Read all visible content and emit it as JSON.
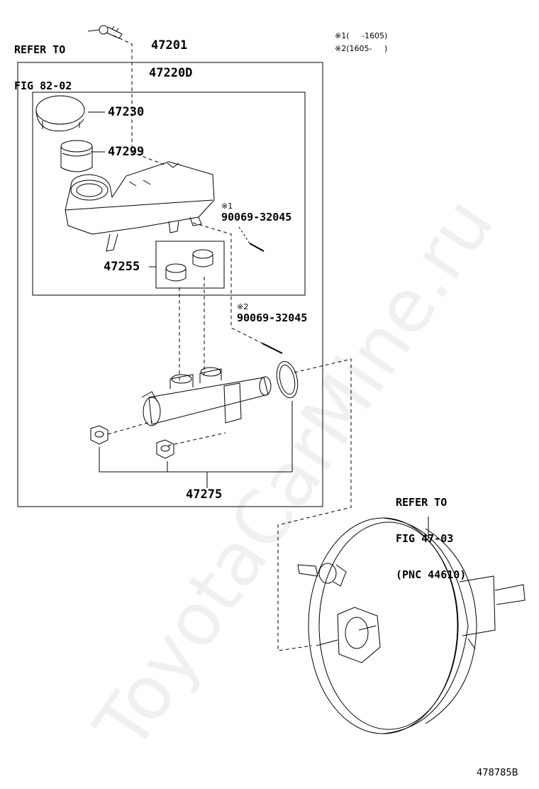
{
  "refer_fig82": [
    "REFER TO",
    "FIG 82-02"
  ],
  "part_47201": "47201",
  "part_47220D": "47220D",
  "part_47230": "47230",
  "part_47299": "47299",
  "part_47255": "47255",
  "part_47275": "47275",
  "note1": "※1(     -1605)",
  "note2": "※2(1605-     )",
  "pin1": {
    "mark": "※1",
    "num": "90069-32045"
  },
  "pin2": {
    "mark": "※2",
    "num": "90069-32045"
  },
  "refer_fig47": [
    "REFER TO",
    "FIG 47-03",
    "(PNC 44610)"
  ],
  "figure_id": "478785B",
  "watermark": "ToyotaCarMine.ru"
}
